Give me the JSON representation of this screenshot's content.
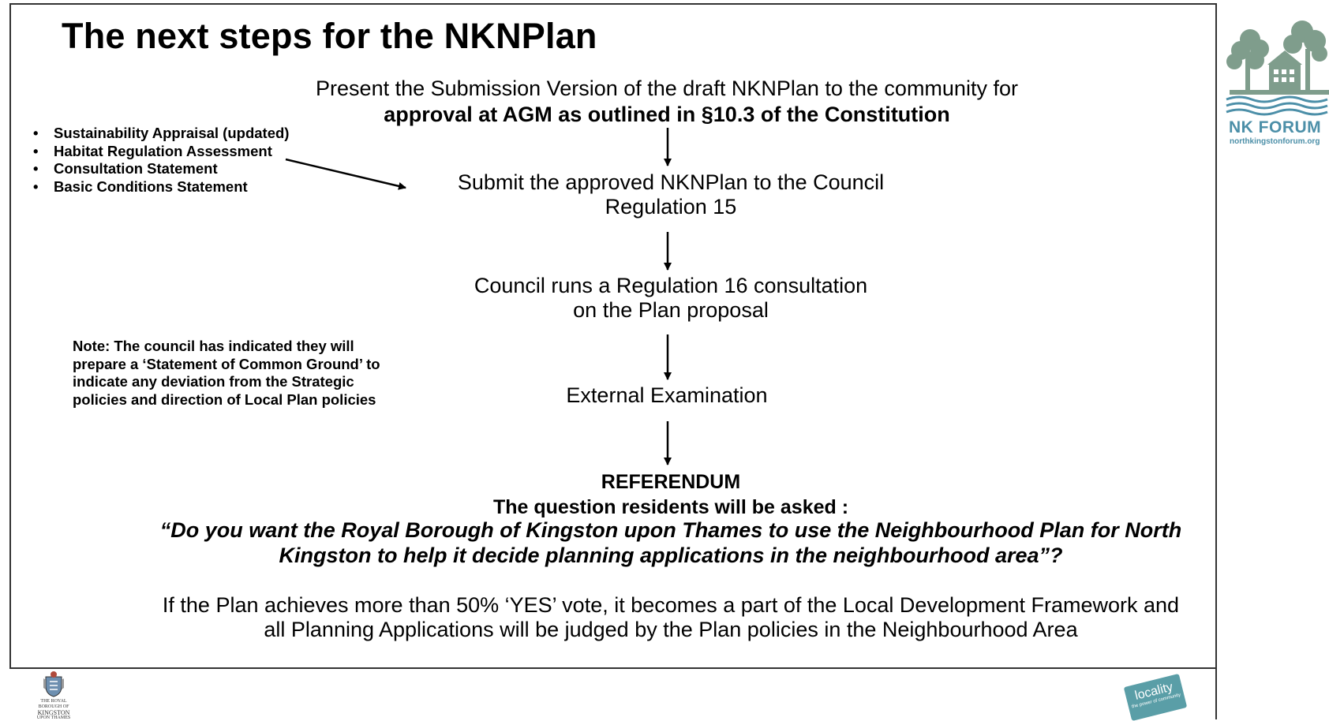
{
  "slide": {
    "title": "The next steps for the NKNPlan",
    "steps": {
      "present_line1": "Present the Submission Version of the draft NKNPlan to the community for",
      "present_line2": "approval at AGM as outlined in §10.3 of the Constitution",
      "submit_line1": "Submit the approved NKNPlan to the Council",
      "submit_line2": "Regulation 15",
      "consult_line1": "Council runs a Regulation 16 consultation",
      "consult_line2": "on the Plan proposal",
      "exam": "External Examination"
    },
    "referendum": {
      "heading": "REFERENDUM",
      "question_intro": "The question residents will be asked :",
      "question": "“Do you want the Royal Borough of Kingston upon Thames to use the Neighbourhood Plan for North Kingston to help it decide planning applications in the neighbourhood area”?",
      "outcome": "If the Plan achieves more than 50% ‘YES’ vote, it becomes a part of the Local Development Framework and all Planning Applications will be judged by the Plan policies in the Neighbourhood Area"
    },
    "documents": [
      "Sustainability Appraisal (updated)",
      "Habitat Regulation Assessment",
      "Consultation Statement",
      "Basic Conditions Statement"
    ],
    "note": "Note:  The council has indicated they will prepare a ‘Statement of Common Ground’  to indicate any deviation from the Strategic policies and direction of Local Plan policies"
  },
  "logos": {
    "nk_forum_name": "NK FORUM",
    "nk_forum_url": "northkingstonforum.org",
    "nk_forum_color": "#4c8fa8",
    "nk_forum_art_color": "#7f9d8c",
    "rbk_top": "THE ROYAL BOROUGH OF",
    "rbk_main": "KINGSTON",
    "rbk_bottom": "UPON THAMES",
    "locality_name": "locality",
    "locality_tagline": "the power of community",
    "locality_color": "#5a9ea7"
  }
}
